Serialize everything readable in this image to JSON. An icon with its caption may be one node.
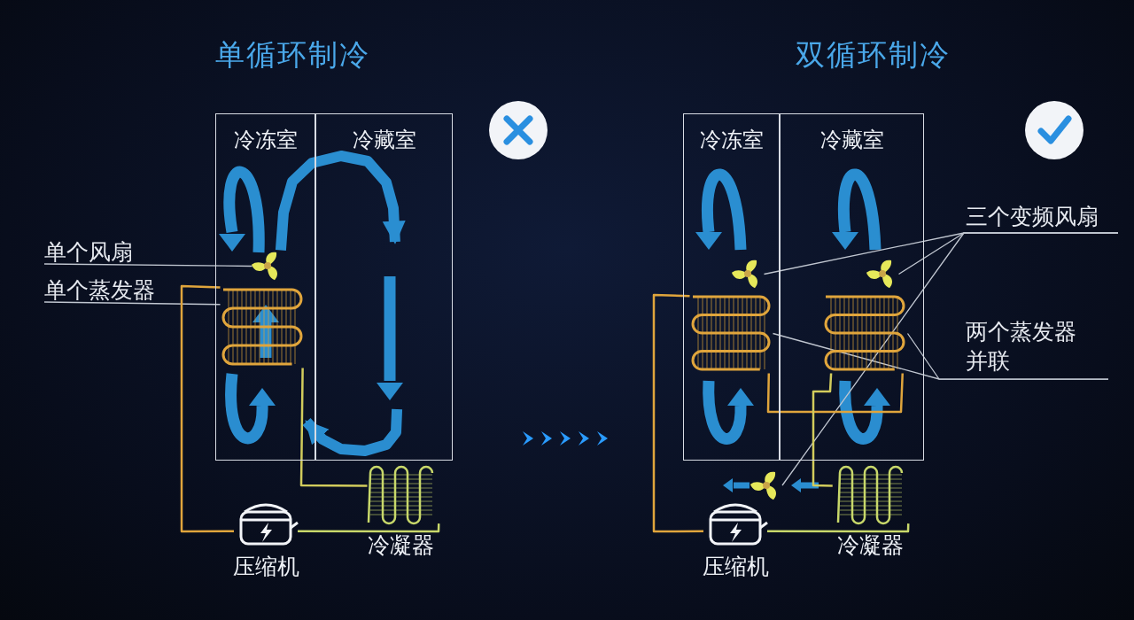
{
  "diagram": {
    "nodes": [
      {
        "text": [
          "冷冻室"
        ]
      },
      {
        "text": [
          "冷藏室"
        ]
      },
      {
        "text": [
          "单个风扇"
        ]
      },
      {
        "text": [],
        "shape": "fan",
        "in": 0
      },
      {
        "text": [
          "单个蒸发器"
        ]
      },
      {
        "text": [],
        "shape": "coil",
        "in": 0
      },
      {
        "text": [
          "压缩机"
        ]
      },
      {
        "text": [
          "冷凝器"
        ]
      },
      {
        "text": [
          "冷冻室"
        ]
      },
      {
        "text": [
          "冷藏室"
        ]
      },
      {
        "text": [],
        "shape": "fan",
        "in": 8
      },
      {
        "text": [],
        "shape": "coil",
        "in": 8
      },
      {
        "text": [],
        "shape": "fan",
        "in": 9
      },
      {
        "text": [],
        "shape": "coil",
        "in": 9
      },
      {
        "text": [],
        "shape": "fan"
      },
      {
        "text": [
          "压缩机"
        ]
      },
      {
        "text": [
          "冷凝器"
        ]
      },
      {
        "text": [
          "三个变频风扇"
        ]
      },
      {
        "text": [
          "两个蒸发器并联"
        ]
      }
    ],
    "edges": [
      {
        "from": 2,
        "to": 3,
        "arrow": "none"
      },
      {
        "from": 4,
        "to": 5,
        "arrow": "none"
      },
      {
        "from": 6,
        "to": 5,
        "arrow": "none",
        "color": "#e0a53c"
      },
      {
        "from": 5,
        "to": 7,
        "arrow": "none",
        "color": "#d2cc5c"
      },
      {
        "from": 7,
        "to": 6,
        "arrow": "none",
        "color": "#c8d86a"
      },
      {
        "from": 17,
        "to": 10,
        "arrow": "none"
      },
      {
        "from": 17,
        "to": 12,
        "arrow": "none"
      },
      {
        "from": 17,
        "to": 14,
        "arrow": "none"
      },
      {
        "from": 18,
        "to": 11,
        "arrow": "none"
      },
      {
        "from": 18,
        "to": 13,
        "arrow": "none"
      },
      {
        "from": 15,
        "to": 11,
        "arrow": "none",
        "color": "#e0a53c"
      },
      {
        "from": 11,
        "to": 13,
        "arrow": "none",
        "color": "#e0a53c"
      },
      {
        "from": 13,
        "to": 16,
        "arrow": "none",
        "color": "#d2cc5c"
      },
      {
        "from": 16,
        "to": 15,
        "arrow": "none",
        "color": "#c8d86a"
      },
      {
        "from": 3,
        "to": 1,
        "arrow": "to",
        "style": "thick",
        "color": "#2f9fe8"
      },
      {
        "from": 1,
        "to": 0,
        "arrow": "to",
        "style": "thick",
        "color": "#2f9fe8"
      }
    ],
    "labels": [
      "单循环制冷",
      "双循环制冷"
    ]
  }
}
